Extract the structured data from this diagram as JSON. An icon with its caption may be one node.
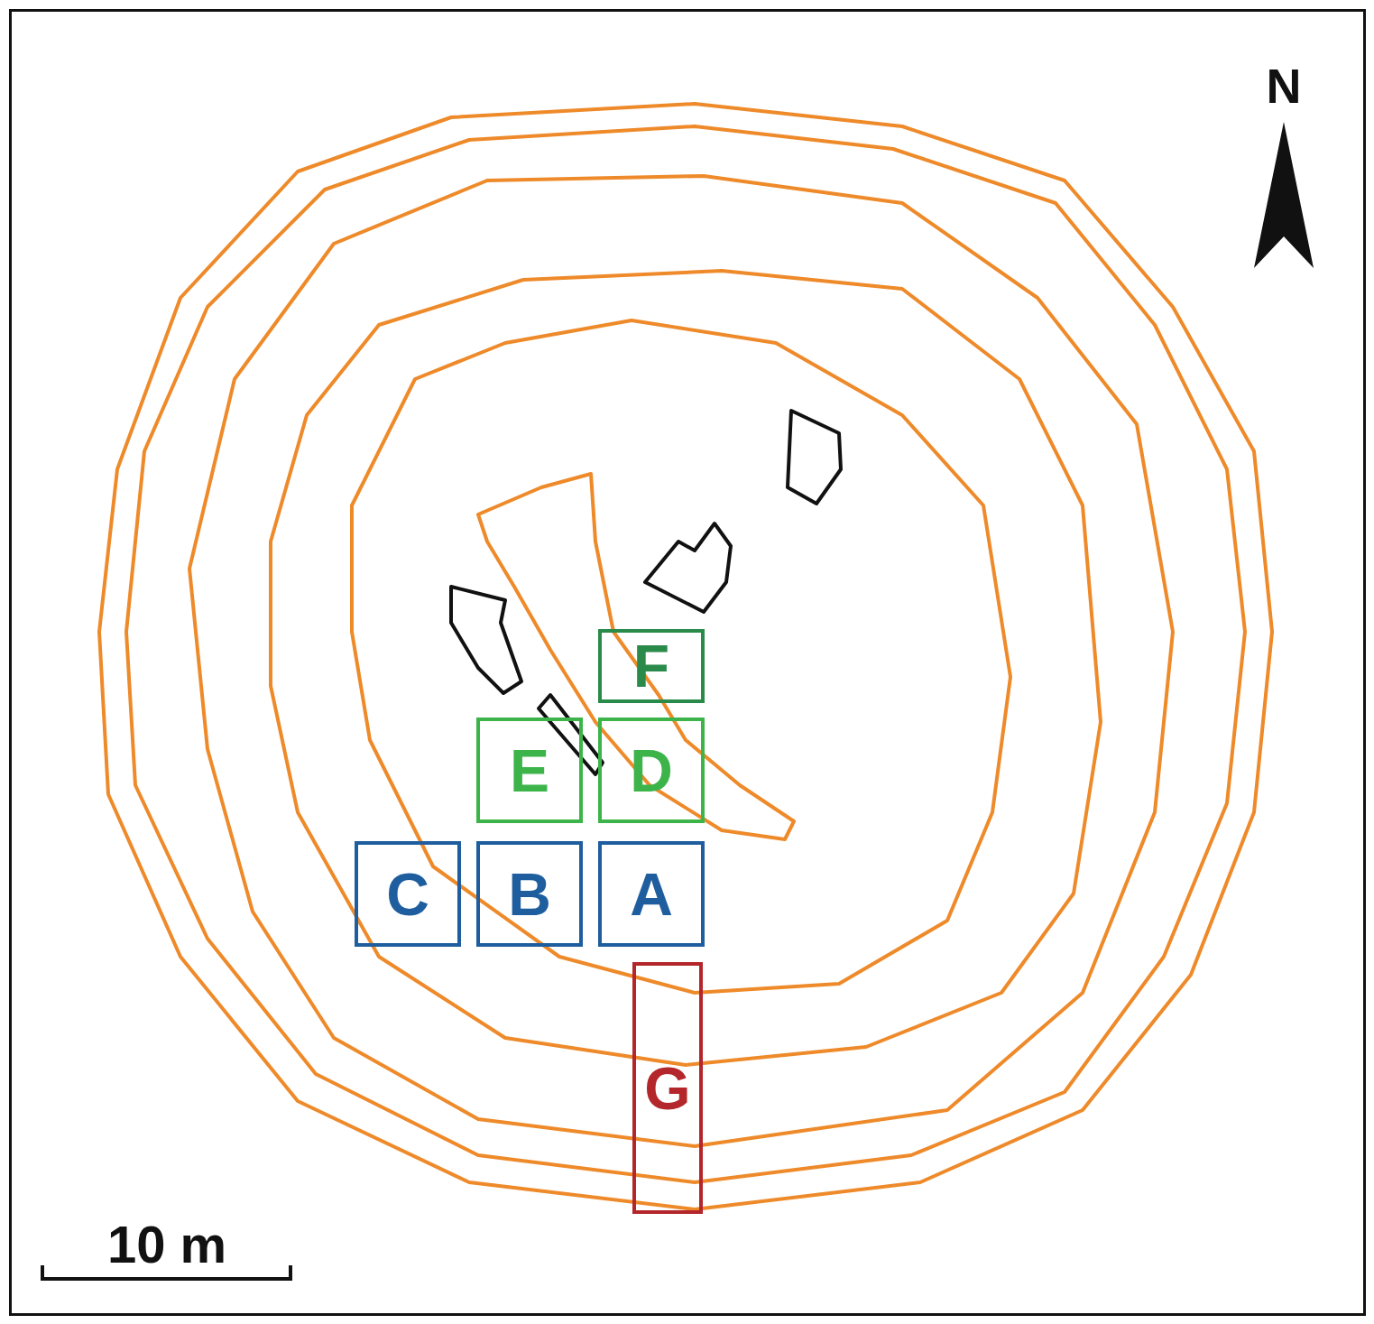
{
  "diagram": {
    "nodes": [
      {
        "text": [
          "F"
        ]
      },
      {
        "text": [
          "E"
        ]
      },
      {
        "text": [
          "D"
        ]
      },
      {
        "text": [
          "C"
        ]
      },
      {
        "text": [
          "B"
        ]
      },
      {
        "text": [
          "A"
        ]
      },
      {
        "text": [
          "G"
        ]
      }
    ],
    "labels": [
      "N",
      "10 m"
    ]
  }
}
